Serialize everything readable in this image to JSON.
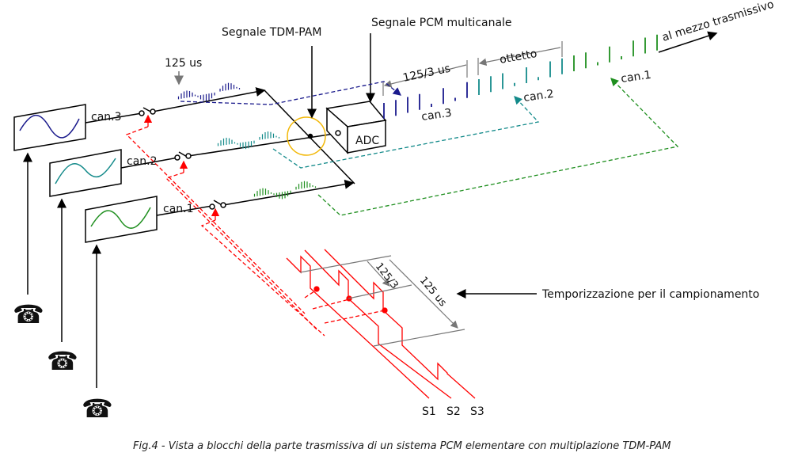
{
  "labels": {
    "tdm_pam": "Segnale TDM-PAM",
    "pcm": "Segnale PCM multicanale",
    "medium": "al mezzo trasmissivo",
    "t125": "125 us",
    "t125_3": "125/3 us",
    "octet": "ottetto",
    "adc": "ADC",
    "can3": "can.3",
    "can2": "can.2",
    "can1": "can.1",
    "timing": "Temporizzazione per il campionamento",
    "t125_3b": "125/3",
    "t125b": "125 us",
    "s1": "S1",
    "s2": "S2",
    "s3": "S3"
  },
  "caption": "Fig.4 - Vista a blocchi della parte trasmissiva di un sistema PCM elementare con multiplazione TDM-PAM",
  "colors": {
    "can3": "#1a1a8c",
    "can2": "#138a8a",
    "can1": "#1f8f1f",
    "timing": "#ff0000",
    "dim": "#707070",
    "highlight": "#f2b705"
  }
}
